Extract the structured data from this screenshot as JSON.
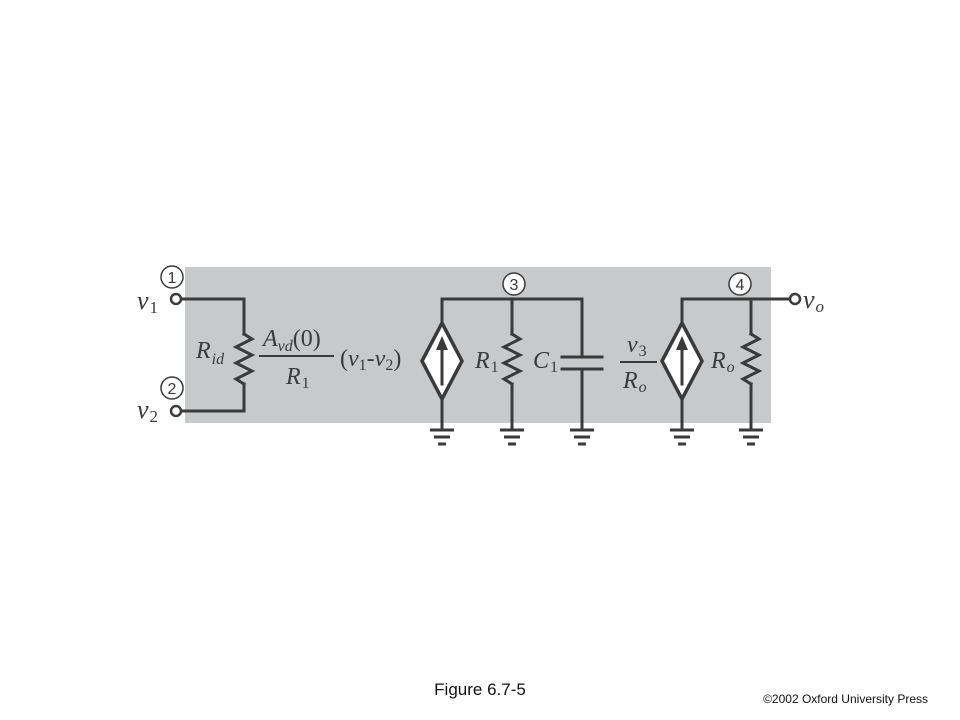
{
  "figure": {
    "caption": "Figure 6.7-5",
    "copyright": "©2002 Oxford University Press"
  },
  "nodes": [
    {
      "id": "1",
      "label": "1"
    },
    {
      "id": "2",
      "label": "2"
    },
    {
      "id": "3",
      "label": "3"
    },
    {
      "id": "4",
      "label": "4"
    }
  ],
  "labels": {
    "v1": "v",
    "v1_sub": "1",
    "v2": "v",
    "v2_sub": "2",
    "vo": "v",
    "vo_sub": "o",
    "rid": "R",
    "rid_sub": "id",
    "gain_num_a": "A",
    "gain_num_sub": "vd",
    "gain_num_rest": "(0)",
    "gain_den": "R",
    "gain_den_sub": "1",
    "diff_open": "(",
    "diff_v1": "v",
    "diff_v1_sub": "1",
    "diff_dash": "-",
    "diff_v2": "v",
    "diff_v2_sub": "2",
    "diff_close": ")",
    "r1": "R",
    "r1_sub": "1",
    "c1": "C",
    "c1_sub": "1",
    "src2_num": "v",
    "src2_num_sub": "3",
    "src2_den": "R",
    "src2_den_sub": "o",
    "ro": "R",
    "ro_sub": "o"
  },
  "colors": {
    "background_panel": "#c8c9cb",
    "wire": "#3a3a3a"
  }
}
